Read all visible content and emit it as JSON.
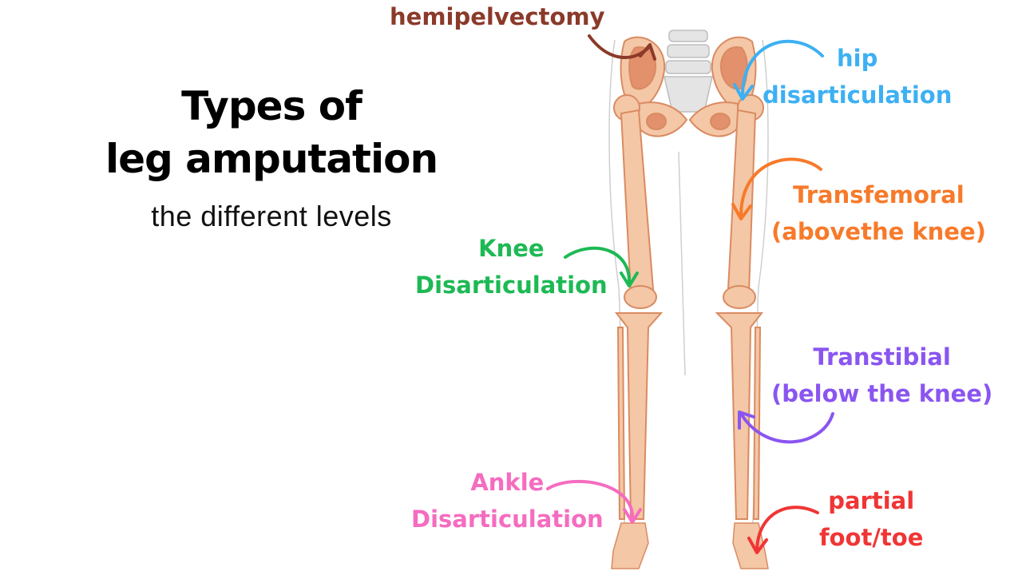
{
  "title": {
    "line1": "Types of",
    "line2": "leg amputation"
  },
  "subtitle": "the different levels",
  "labels": {
    "hemipelvectomy": {
      "lines": [
        "hemipelvectomy"
      ],
      "color": "#8B3A2A"
    },
    "hip": {
      "lines": [
        "hip",
        "disarticulation"
      ],
      "color": "#3DB0F2"
    },
    "transfemoral": {
      "lines": [
        "Transfemoral",
        "(abovethe knee)"
      ],
      "color": "#F77A2A"
    },
    "knee": {
      "lines": [
        "Knee",
        "Disarticulation"
      ],
      "color": "#1DB954"
    },
    "transtibial": {
      "lines": [
        "Transtibial",
        "(below the knee)"
      ],
      "color": "#8A55F0"
    },
    "ankle": {
      "lines": [
        "Ankle",
        "Disarticulation"
      ],
      "color": "#F56CC0"
    },
    "partial": {
      "lines": [
        "partial",
        "foot/toe"
      ],
      "color": "#F03535"
    }
  },
  "colors": {
    "bone": "#F4C7A6",
    "bone_dark": "#E3906C",
    "bone_outline": "#D98B62",
    "spine": "#D9D9D9",
    "body_outline": "#CFCFCF"
  },
  "icons": [
    "skeleton-legs-illustration",
    "arrow-icon"
  ]
}
